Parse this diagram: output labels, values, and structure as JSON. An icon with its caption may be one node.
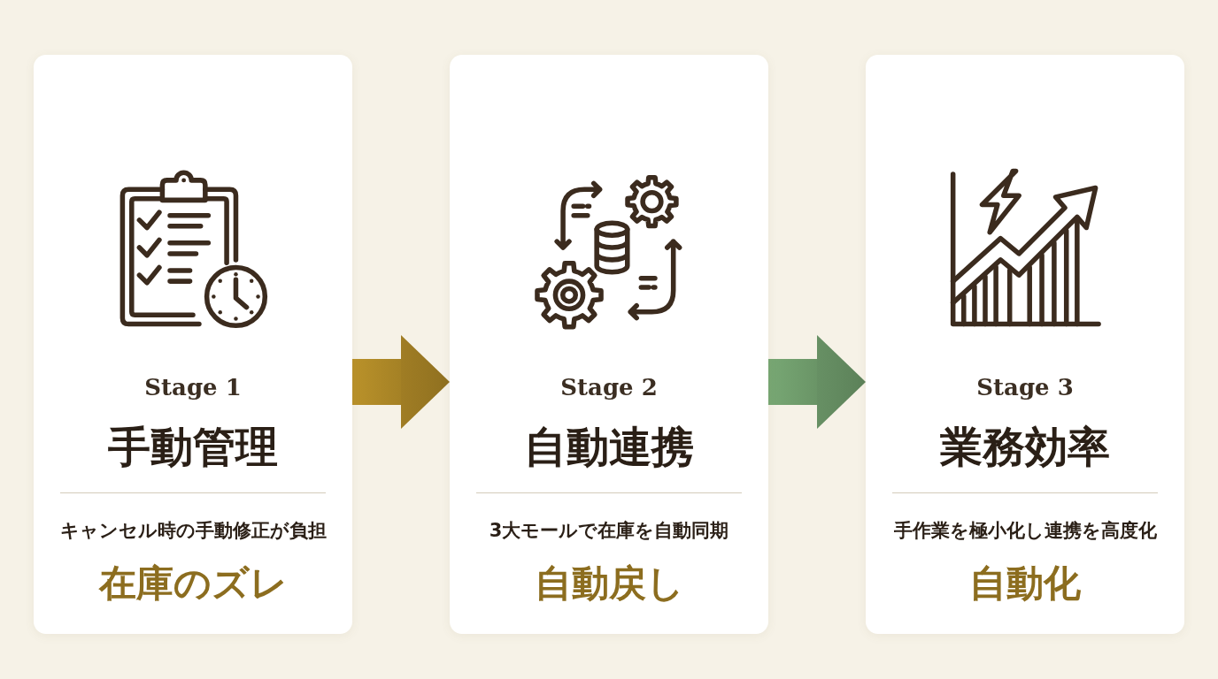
{
  "diagram": {
    "nodes": [
      {
        "text": [
          "Stage 1",
          "手動管理",
          "キャンセル時の手動修正が負担",
          "在庫のズレ"
        ]
      },
      {
        "text": [
          "Stage 2",
          "自動連携",
          "3大モールで在庫を自動同期",
          "自動戻し"
        ]
      },
      {
        "text": [
          "Stage 3",
          "業務効率",
          "手作業を極小化し連携を高度化",
          "自動化"
        ]
      }
    ],
    "edges": [
      {
        "from": 0,
        "to": 1,
        "arrow": "to",
        "color": "#8f7020"
      },
      {
        "from": 1,
        "to": 2,
        "arrow": "to",
        "color": "#5c8159"
      }
    ]
  }
}
